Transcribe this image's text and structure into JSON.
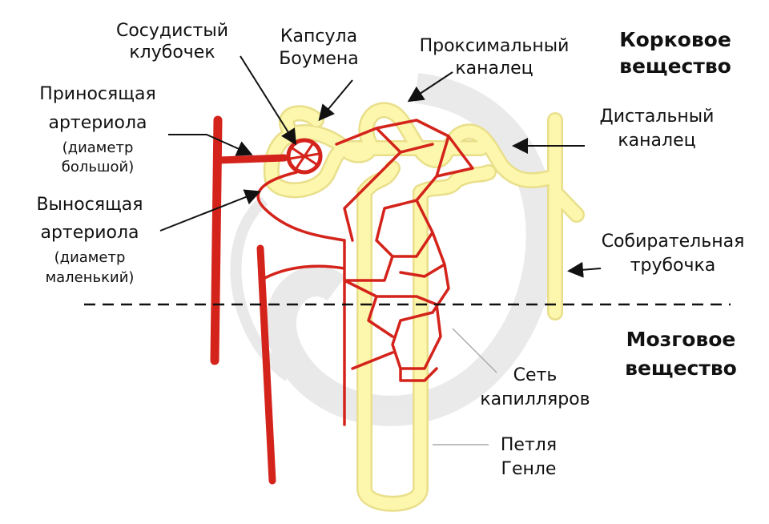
{
  "labels": {
    "glomerulus": [
      "Сосудистый",
      "клубочек"
    ],
    "bowman": [
      "Капсула",
      "Боумена"
    ],
    "proximal": [
      "Проксимальный",
      "каналец"
    ],
    "cortex": [
      "Корковое",
      "вещество"
    ],
    "afferent": [
      "Приносящая",
      "артериола",
      "(диаметр",
      "большой)"
    ],
    "distal": [
      "Дистальный",
      "каналец"
    ],
    "efferent": [
      "Выносящая",
      "артериола",
      "(диаметр",
      "маленький)"
    ],
    "collecting": [
      "Собирательная",
      "трубочка"
    ],
    "medulla": [
      "Мозговое",
      "вещество"
    ],
    "capillaries": [
      "Сеть",
      "капилляров"
    ],
    "henle": [
      "Петля",
      "Генле"
    ]
  },
  "colors": {
    "tubule": "#fdf7ad",
    "vessel": "#d4231b",
    "divider": "#111111"
  }
}
